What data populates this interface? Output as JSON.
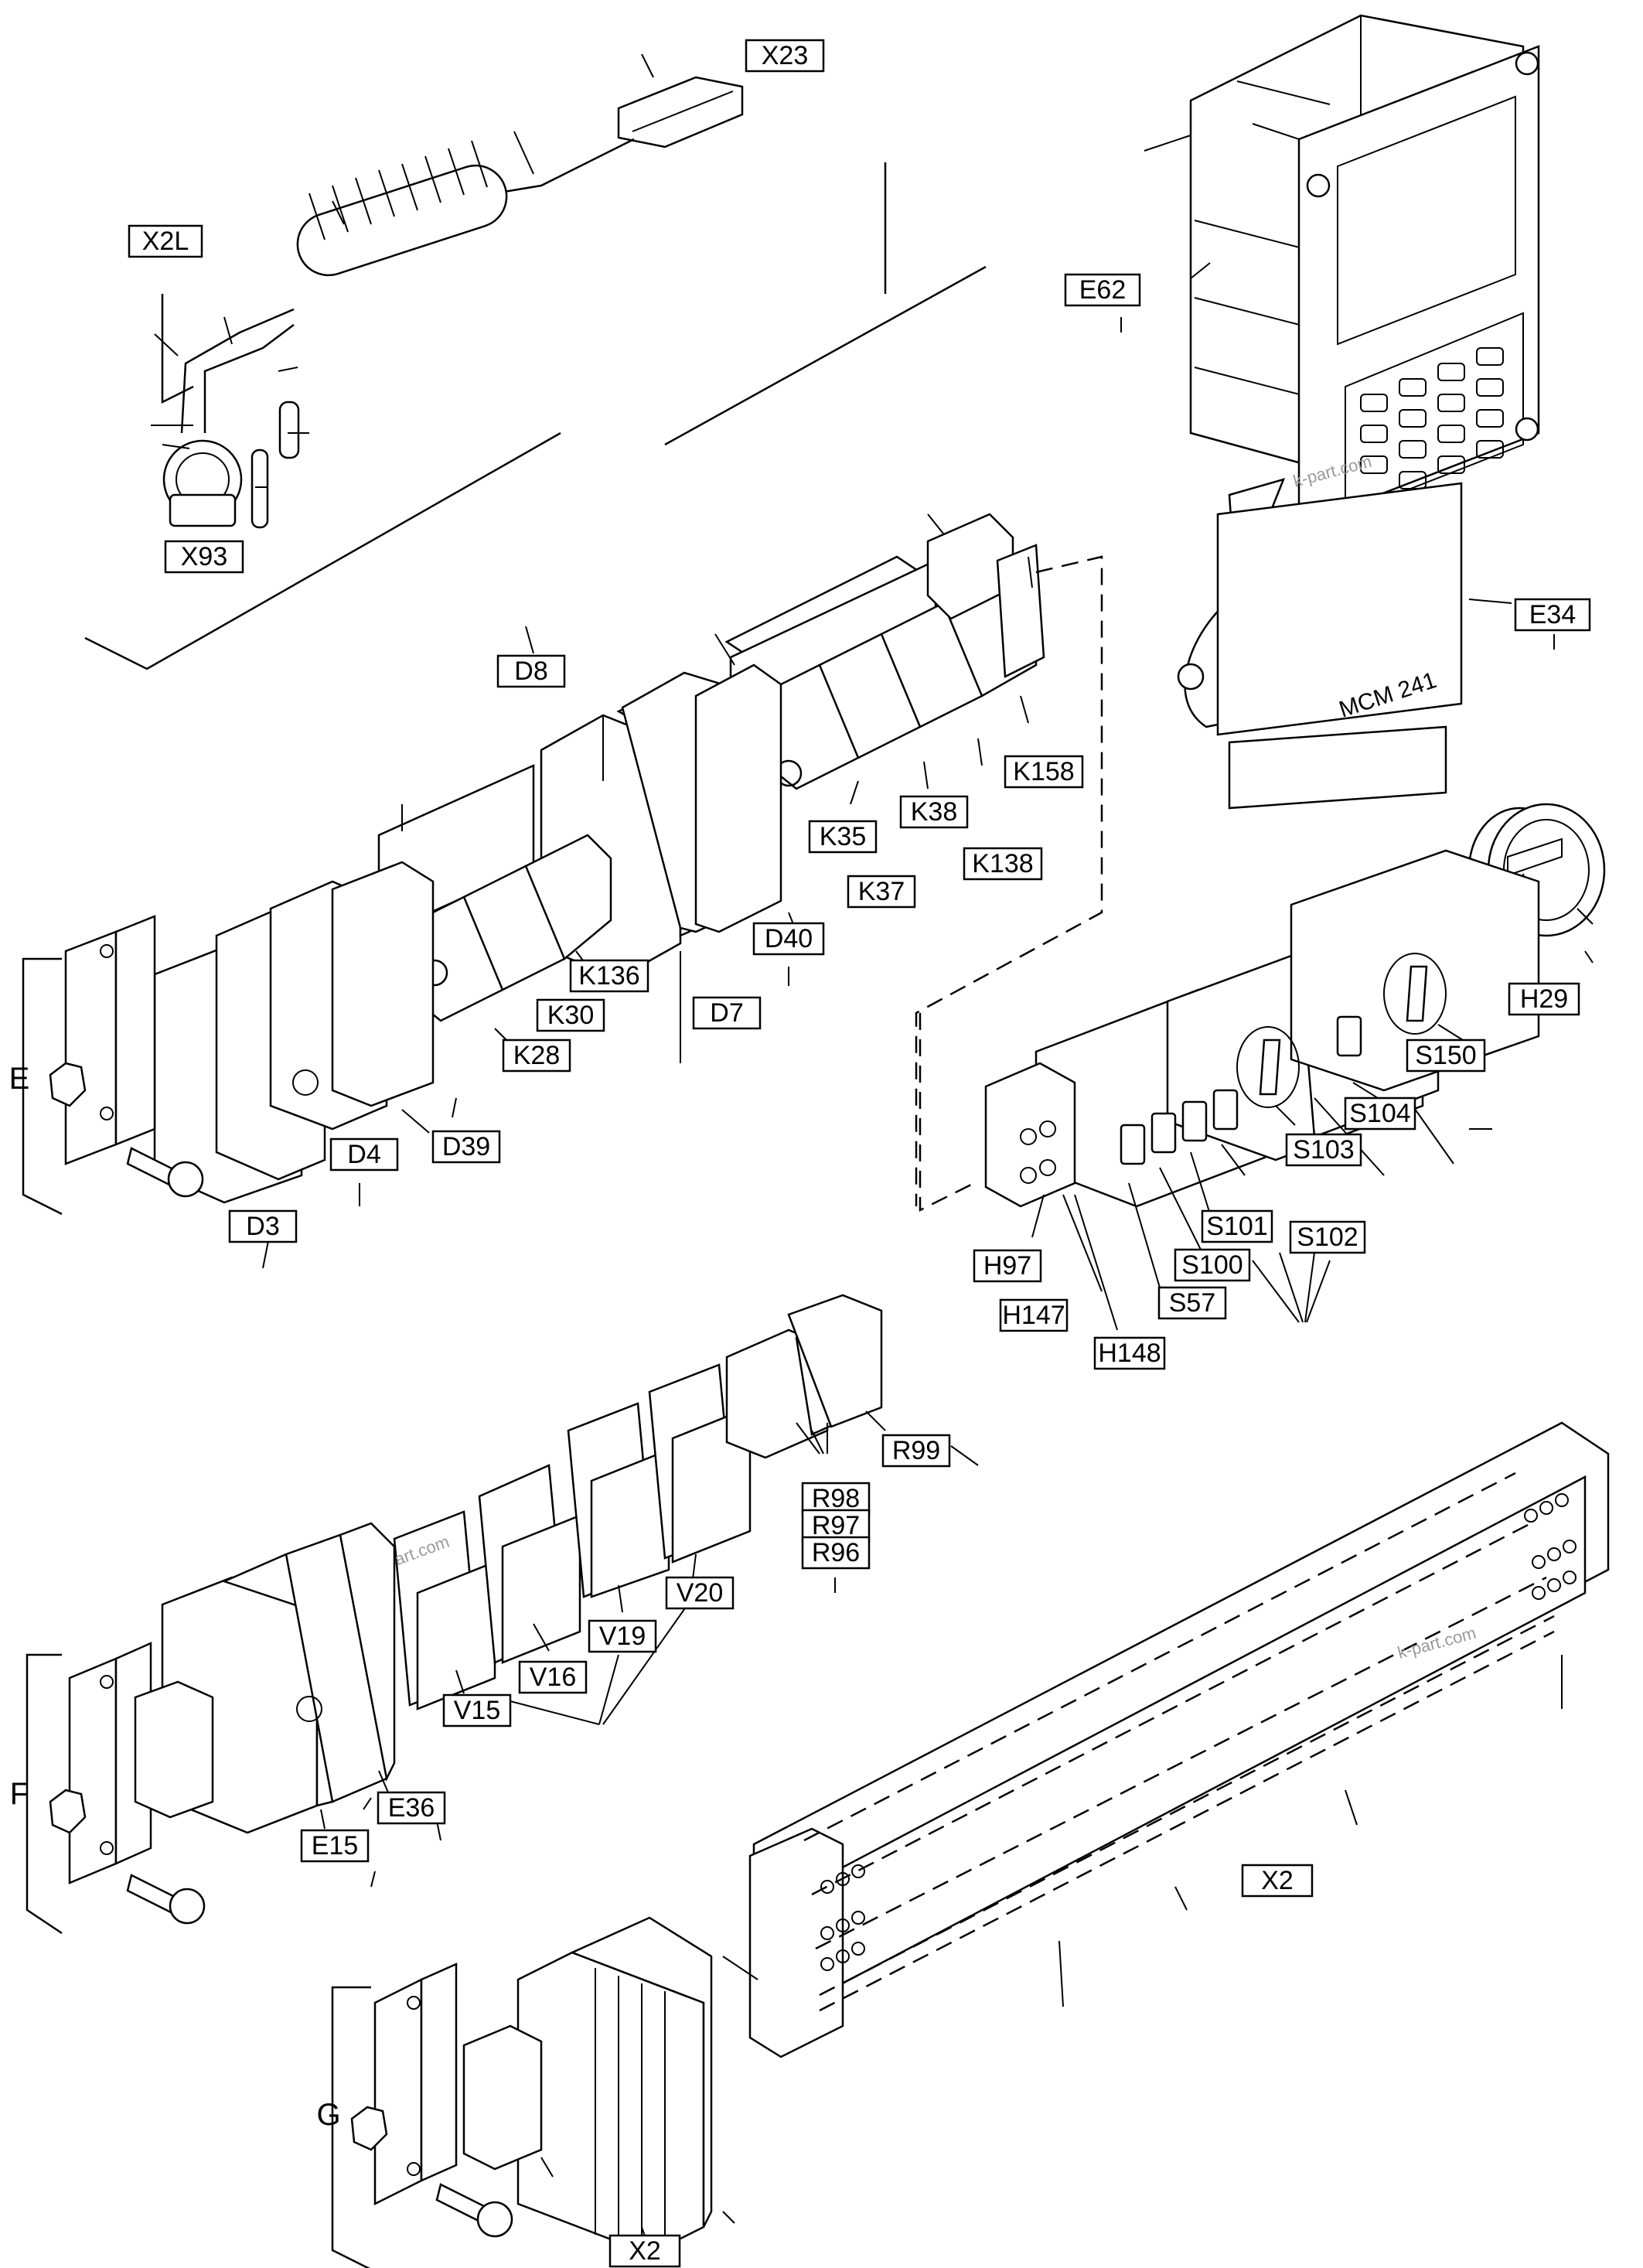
{
  "diagram": {
    "panel_marking": "MCM 241",
    "watermark": "k-part.com",
    "group_letters": [
      "E",
      "F",
      "G"
    ],
    "labels": [
      "X23",
      "X2L",
      "X93",
      "E62",
      "E34",
      "D8",
      "K158",
      "K35",
      "K38",
      "K37",
      "K138",
      "H29",
      "K136",
      "D40",
      "K30",
      "D7",
      "K28",
      "S150",
      "S104",
      "S103",
      "S101",
      "S102",
      "D4",
      "D39",
      "D3",
      "H97",
      "S100",
      "S57",
      "H147",
      "H148",
      "R99",
      "R98",
      "R97",
      "R96",
      "V20",
      "V19",
      "V16",
      "V15",
      "E36",
      "E15",
      "X2",
      "X2"
    ]
  }
}
